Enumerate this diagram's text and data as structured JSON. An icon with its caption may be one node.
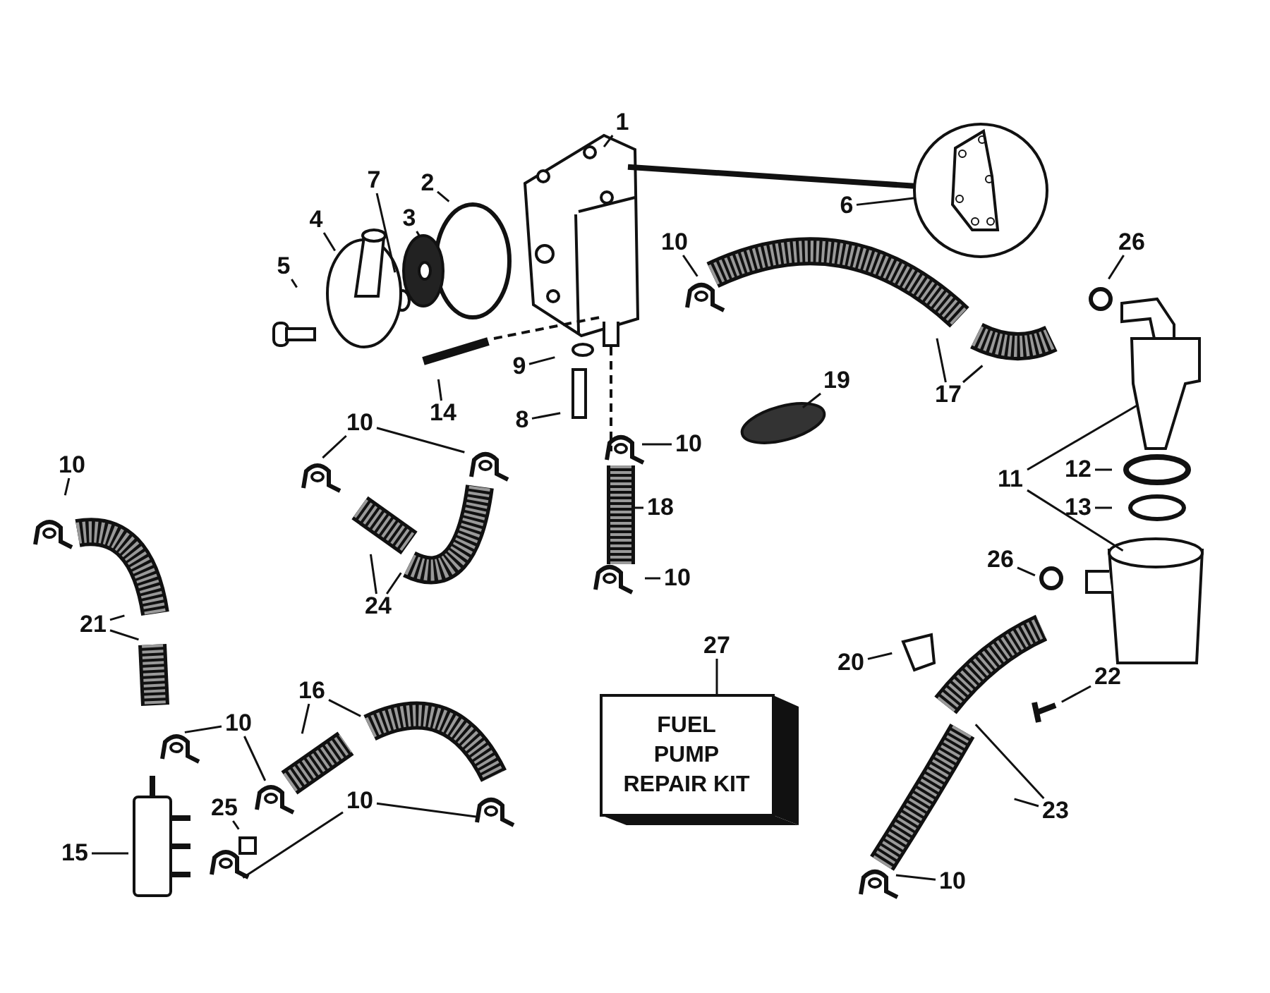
{
  "diagram": {
    "nodes": [
      {
        "text": [
          "1"
        ]
      },
      {
        "text": [
          "7"
        ]
      },
      {
        "text": [
          "2"
        ]
      },
      {
        "text": [
          "6"
        ]
      },
      {
        "text": [],
        "shape": "circle"
      },
      {
        "text": [
          "4"
        ]
      },
      {
        "text": [
          "3"
        ]
      },
      {
        "text": [
          "10"
        ]
      },
      {
        "text": [
          "26"
        ]
      },
      {
        "text": [
          "5"
        ]
      },
      {
        "text": [
          "9"
        ]
      },
      {
        "text": [
          "19"
        ]
      },
      {
        "text": [
          "17"
        ]
      },
      {
        "text": [
          "14"
        ]
      },
      {
        "text": [
          "8"
        ]
      },
      {
        "text": [
          "10"
        ]
      },
      {
        "text": [
          "10"
        ]
      },
      {
        "text": [
          "10"
        ]
      },
      {
        "text": [
          "12"
        ]
      },
      {
        "text": [
          "11"
        ]
      },
      {
        "text": [
          "18"
        ]
      },
      {
        "text": [
          "13"
        ]
      },
      {
        "text": [
          "26"
        ]
      },
      {
        "text": [
          "10"
        ]
      },
      {
        "text": [
          "24"
        ]
      },
      {
        "text": [
          "21"
        ]
      },
      {
        "text": [
          "27"
        ]
      },
      {
        "text": [
          "20"
        ]
      },
      {
        "text": [
          "22"
        ]
      },
      {
        "text": [
          "16"
        ]
      },
      {
        "text": [
          "FUEL PUMP REPAIR KIT"
        ]
      },
      {
        "text": [
          "10"
        ]
      },
      {
        "text": [
          "10"
        ]
      },
      {
        "text": [
          "25"
        ]
      },
      {
        "text": [
          "23"
        ]
      },
      {
        "text": [
          "15"
        ]
      },
      {
        "text": [
          "10"
        ]
      }
    ],
    "edges": [
      {
        "from": 0,
        "to": null,
        "arrow": "none"
      },
      {
        "from": 1,
        "to": null,
        "arrow": "none"
      },
      {
        "from": 2,
        "to": null,
        "arrow": "none"
      },
      {
        "from": 3,
        "to": 4,
        "arrow": "none"
      },
      {
        "from": 4,
        "to": null,
        "arrow": "none",
        "style": "thick"
      },
      {
        "from": 5,
        "to": null,
        "arrow": "none"
      },
      {
        "from": 6,
        "to": null,
        "arrow": "none"
      },
      {
        "from": 7,
        "to": null,
        "arrow": "none"
      },
      {
        "from": 8,
        "to": null,
        "arrow": "none"
      },
      {
        "from": 9,
        "to": null,
        "arrow": "none"
      },
      {
        "from": 10,
        "to": null,
        "arrow": "none"
      },
      {
        "from": 11,
        "to": null,
        "arrow": "none"
      },
      {
        "from": 12,
        "to": null,
        "arrow": "none"
      },
      {
        "from": 12,
        "to": null,
        "arrow": "none"
      },
      {
        "from": 13,
        "to": null,
        "arrow": "none"
      },
      {
        "from": 14,
        "to": null,
        "arrow": "none"
      },
      {
        "from": 15,
        "to": null,
        "arrow": "none"
      },
      {
        "from": 15,
        "to": null,
        "arrow": "none"
      },
      {
        "from": 16,
        "to": null,
        "arrow": "none"
      },
      {
        "from": 17,
        "to": null,
        "arrow": "none"
      },
      {
        "from": 18,
        "to": null,
        "arrow": "none"
      },
      {
        "from": 19,
        "to": null,
        "arrow": "none"
      },
      {
        "from": 19,
        "to": null,
        "arrow": "none"
      },
      {
        "from": 20,
        "to": null,
        "arrow": "none"
      },
      {
        "from": 21,
        "to": null,
        "arrow": "none"
      },
      {
        "from": 22,
        "to": null,
        "arrow": "none"
      },
      {
        "from": 23,
        "to": null,
        "arrow": "none"
      },
      {
        "from": 24,
        "to": null,
        "arrow": "none"
      },
      {
        "from": 24,
        "to": null,
        "arrow": "none"
      },
      {
        "from": 25,
        "to": null,
        "arrow": "none"
      },
      {
        "from": 25,
        "to": null,
        "arrow": "none"
      },
      {
        "from": 26,
        "to": 30,
        "arrow": "none"
      },
      {
        "from": 27,
        "to": null,
        "arrow": "none"
      },
      {
        "from": 28,
        "to": null,
        "arrow": "none"
      },
      {
        "from": 29,
        "to": null,
        "arrow": "none"
      },
      {
        "from": 29,
        "to": null,
        "arrow": "none"
      },
      {
        "from": 31,
        "to": null,
        "arrow": "none"
      },
      {
        "from": 31,
        "to": null,
        "arrow": "none"
      },
      {
        "from": 32,
        "to": null,
        "arrow": "none"
      },
      {
        "from": 32,
        "to": null,
        "arrow": "none"
      },
      {
        "from": 33,
        "to": null,
        "arrow": "none"
      },
      {
        "from": 34,
        "to": null,
        "arrow": "none"
      },
      {
        "from": 34,
        "to": null,
        "arrow": "none"
      },
      {
        "from": 35,
        "to": null,
        "arrow": "none"
      },
      {
        "from": 36,
        "to": null,
        "arrow": "none"
      }
    ]
  }
}
